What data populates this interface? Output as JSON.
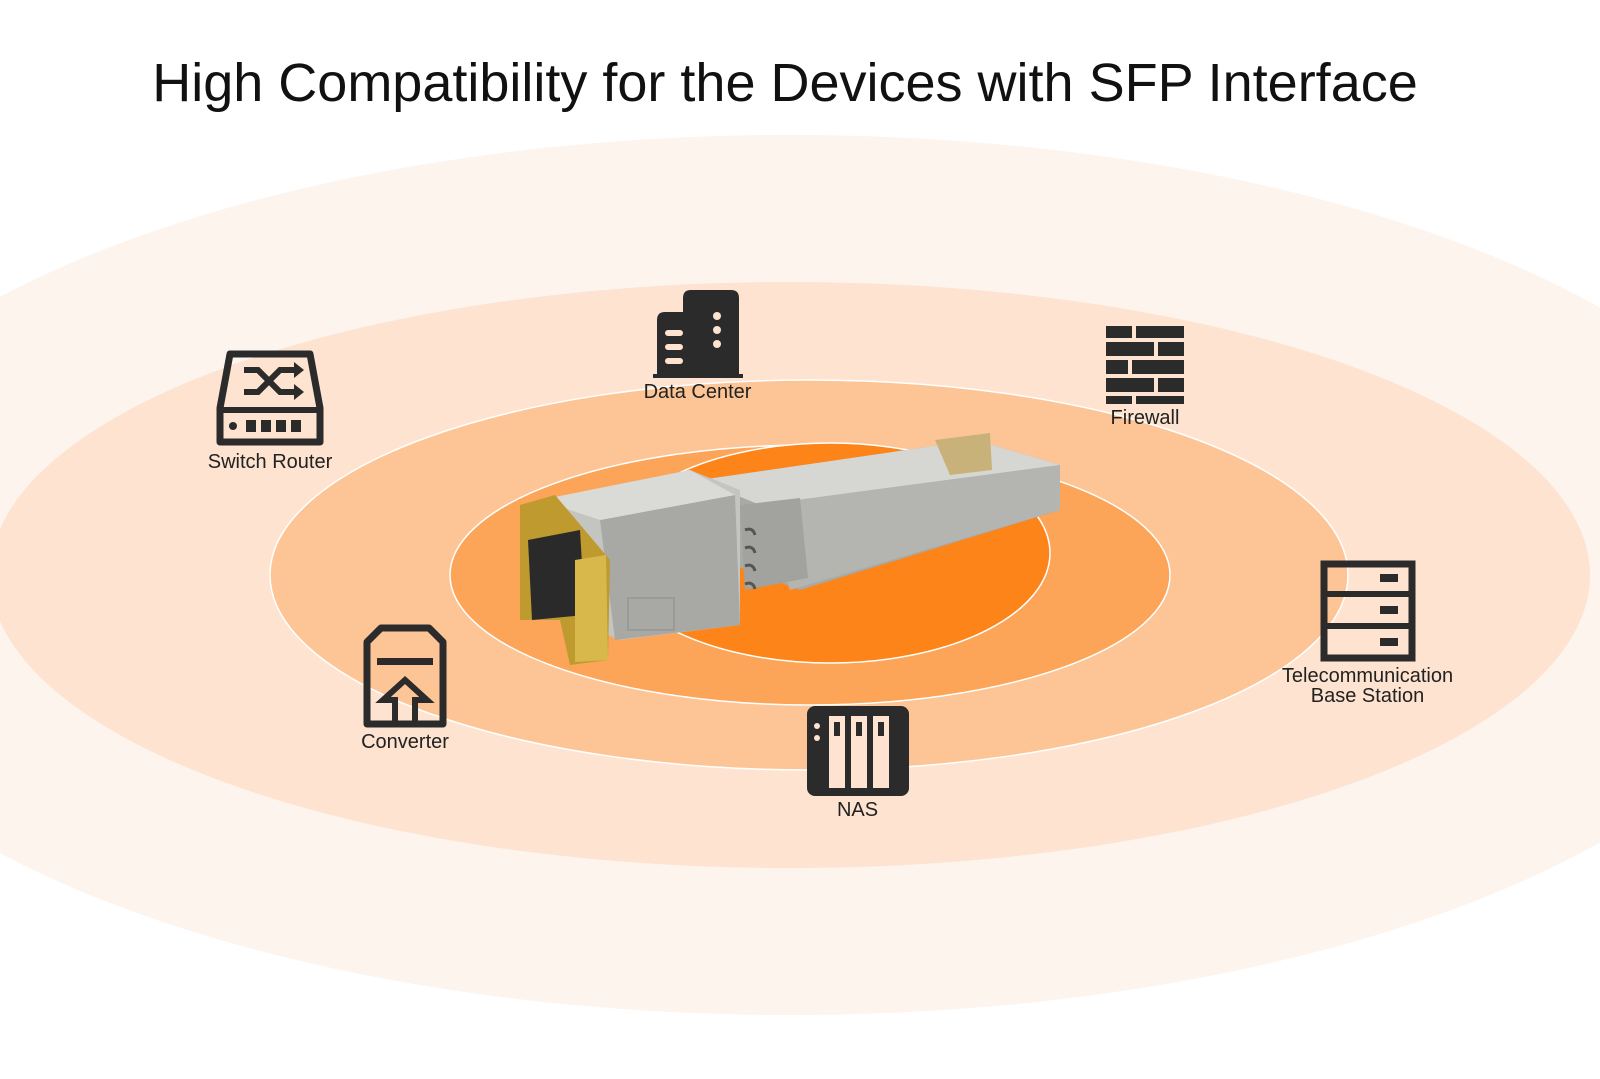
{
  "title": "High Compatibility for the Devices with SFP Interface",
  "colors": {
    "ring1": "#fdf4ee",
    "ring2": "#fde3d0",
    "ring3": "#fdc596",
    "ring4": "#fca457",
    "core": "#fd8419",
    "icon": "#2b2b2b"
  },
  "devices": [
    {
      "label": "Switch Router",
      "icon": "switch-router-icon"
    },
    {
      "label": "Data Center",
      "icon": "data-center-icon"
    },
    {
      "label": "Firewall",
      "icon": "firewall-icon"
    },
    {
      "label": "Telecommunication\nBase Station",
      "icon": "server-rack-icon"
    },
    {
      "label": "NAS",
      "icon": "nas-icon"
    },
    {
      "label": "Converter",
      "icon": "converter-icon"
    }
  ]
}
